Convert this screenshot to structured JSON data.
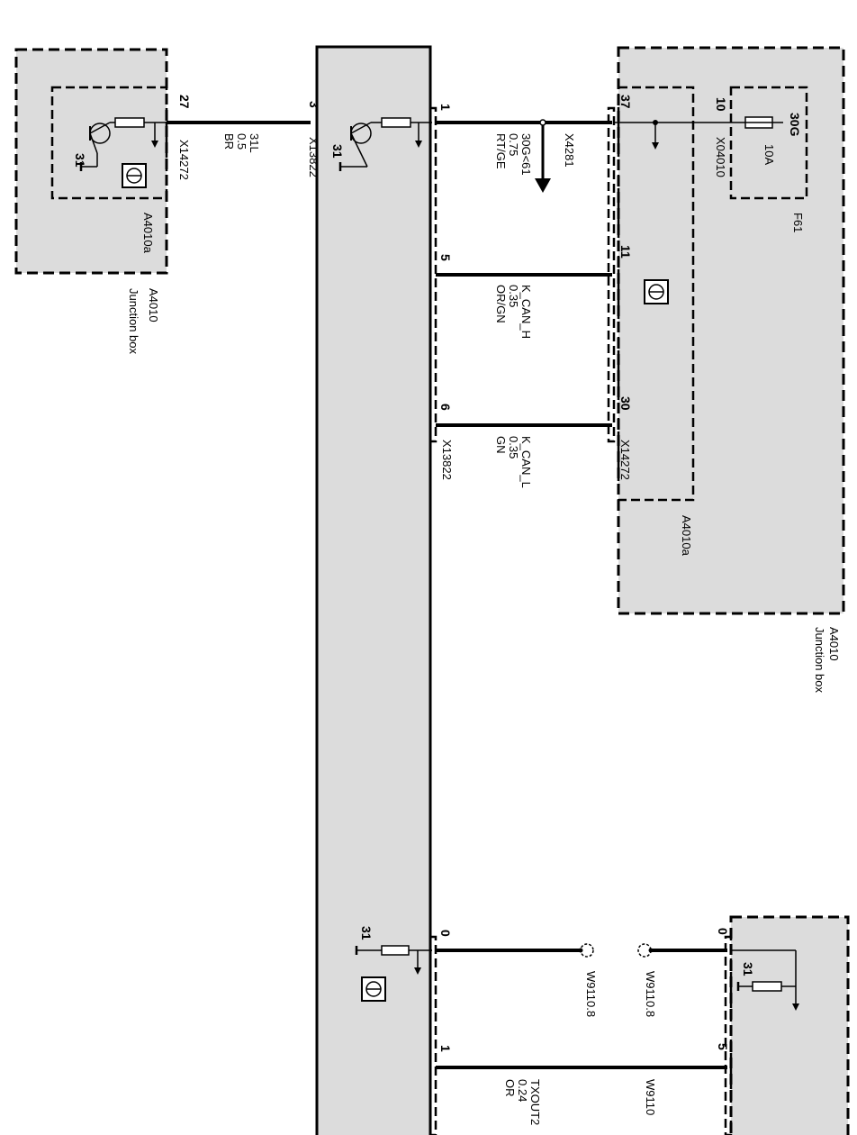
{
  "left_box": {
    "sub_label": "A4010a",
    "name": "A4010",
    "desc": "Junction box",
    "pin": "27",
    "connector": "X14272",
    "ground": "31"
  },
  "wire_31l": {
    "signal": "31L",
    "size": "0.5",
    "color": "BR"
  },
  "module": {
    "pin_3": "3",
    "pin_1": "1",
    "pin_5": "5",
    "pin_6": "6",
    "pin_0": "0",
    "pin_5b": "1",
    "conn_top": "X13822",
    "conn_mid": "X13822",
    "ground_top": "31",
    "ground_bottom": "31"
  },
  "wire_30g": {
    "signal": "30G<61",
    "size": "0.75",
    "color": "RT/GE",
    "connector": "X4281"
  },
  "wire_kcanh": {
    "signal": "K_CAN_H",
    "size": "0.35",
    "color": "OR/GN"
  },
  "wire_kcanl": {
    "signal": "K_CAN_L",
    "size": "0.35",
    "color": "GN"
  },
  "right_box": {
    "name": "A4010",
    "desc": "Junction box",
    "sub_label": "A4010a",
    "pin_37": "37",
    "pin_10": "10",
    "pin_11": "11",
    "pin_30": "30",
    "conn_a": "X04010",
    "conn_b": "X14272",
    "fuse_supply": "30G",
    "fuse_rating": "10A",
    "fuse_name": "F61"
  },
  "bottom_right": {
    "pin_0": "0",
    "pin_5": "5",
    "ground": "31"
  },
  "bottom_wires": {
    "w_a": "W9110.8",
    "w_b": "W9110.8",
    "w_c": "W9110",
    "txout_signal": "TXOUT2",
    "txout_size": "0.24",
    "txout_color": "OR"
  }
}
